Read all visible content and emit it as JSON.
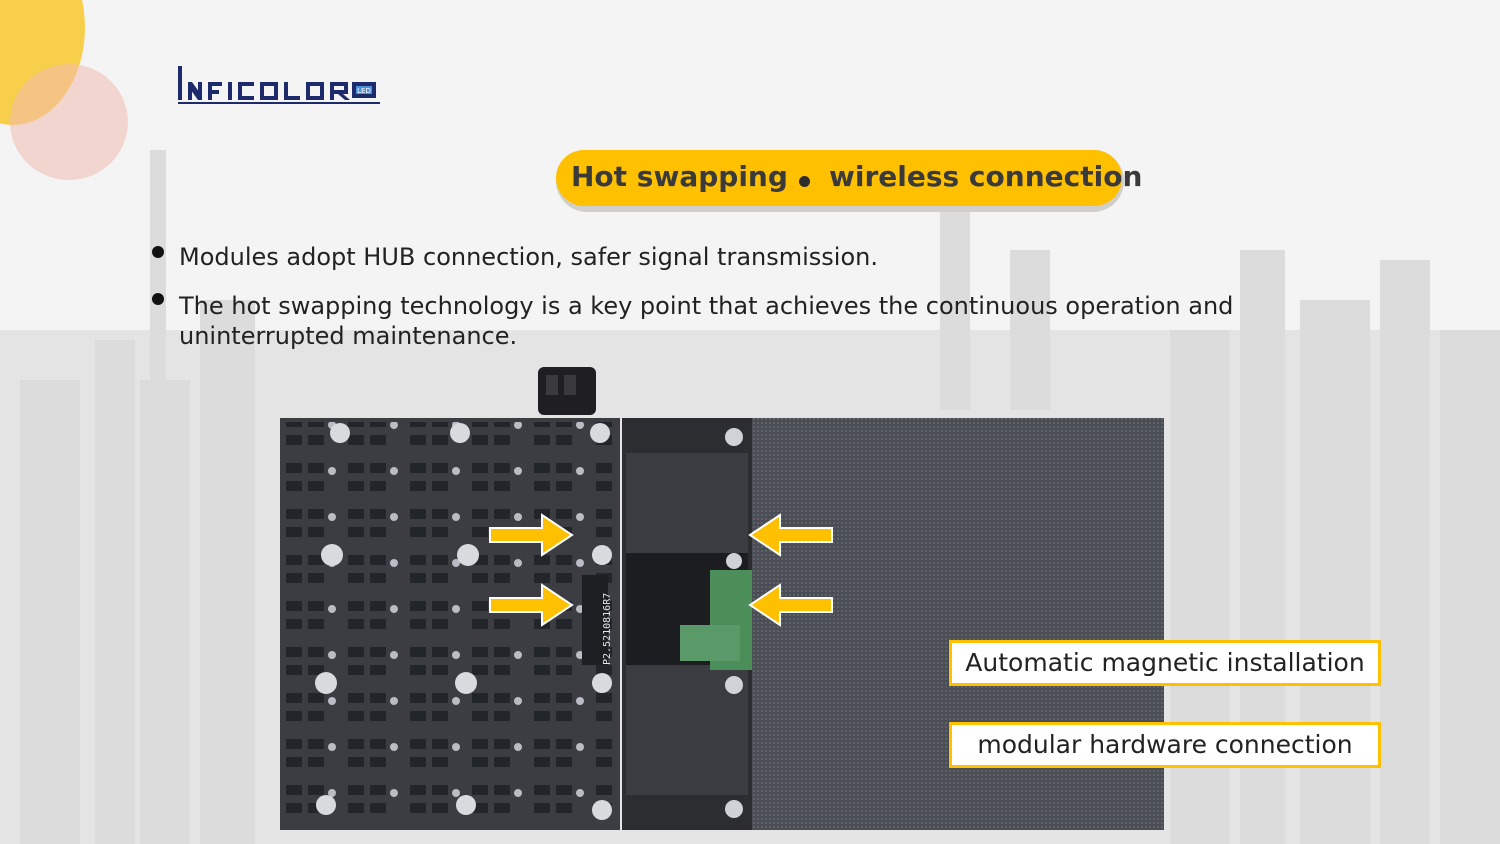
{
  "header": {
    "logo_text": "INFICOLOR",
    "pill_left": "Hot swapping",
    "pill_right": "wireless connection"
  },
  "bullets": [
    "Modules adopt HUB connection, safer signal transmission.",
    "The hot swapping technology is a key point that achieves the continuous operation and",
    "uninterrupted maintenance."
  ],
  "labels": {
    "magnetic": "Automatic magnetic installation",
    "modular": "modular hardware connection"
  },
  "pcb_marks": {
    "serial": "P2.5210816R7"
  },
  "colors": {
    "accent": "#ffc000",
    "pill_shadow": "#d0cfcb",
    "pcb": "#3b3d42",
    "led_panel": "#4e5158",
    "cabinet": "#2b2d31"
  },
  "icons": [
    "arrow-right-icon",
    "arrow-left-icon"
  ]
}
